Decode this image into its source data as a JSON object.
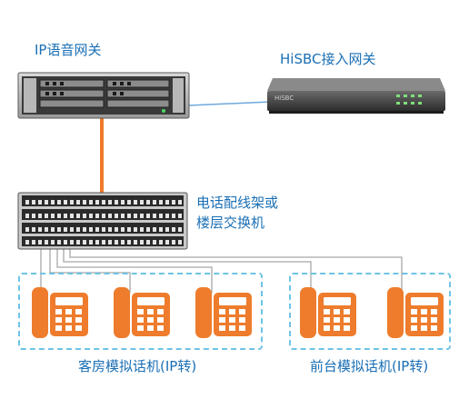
{
  "devices": {
    "ip_gateway": {
      "label": "IP语音网关"
    },
    "hisbc_gateway": {
      "label": "HiSBC接入网关",
      "brand_mark": "HiSBC"
    },
    "patch_panel": {
      "label_line1": "电话配线架或",
      "label_line2": "楼层交换机"
    }
  },
  "groups": {
    "guest_rooms": {
      "label": "客房模拟话机(IP转)",
      "phone_count": 3
    },
    "front_desk": {
      "label": "前台模拟话机(IP转)",
      "phone_count": 2
    }
  },
  "colors": {
    "label_text": "#1a6fb5",
    "phone": "#ee7c2c",
    "trunk_link": "#f07a2a",
    "ethernet_link": "#6ea8dc",
    "phone_wire": "#a8a8a8",
    "group_border": "#6ec3e6"
  },
  "icons": [
    "rack-gateway-icon",
    "sbc-appliance-icon",
    "patch-panel-icon",
    "analog-phone-icon"
  ]
}
